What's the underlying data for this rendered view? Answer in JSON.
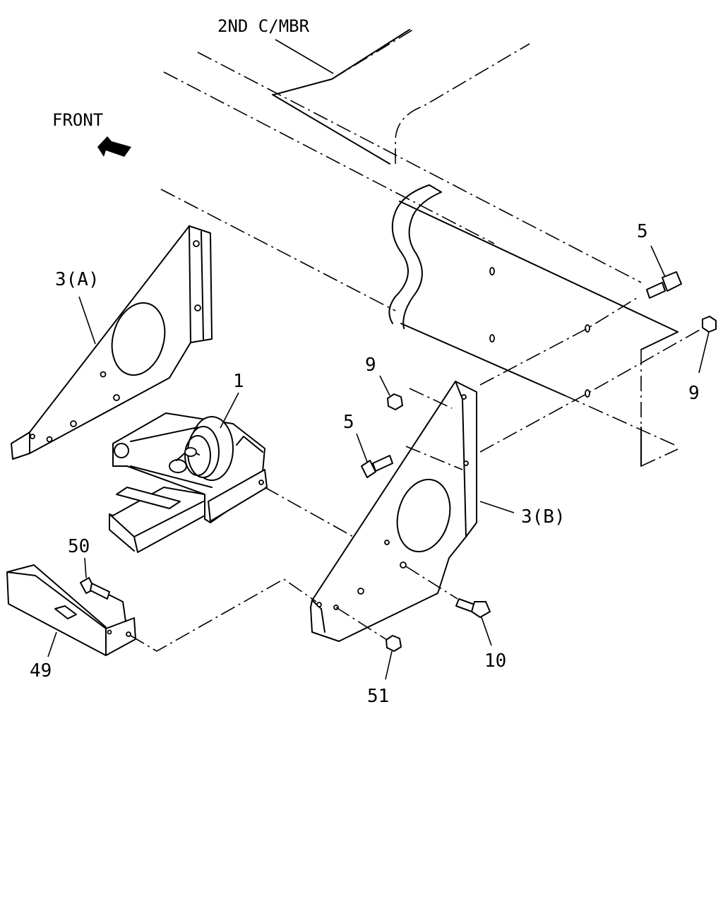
{
  "labels": {
    "cross_member": "2ND C/MBR",
    "front": "FRONT",
    "bracket_a": "3(A)",
    "bracket_b": "3(B)",
    "mount": "1",
    "bolt_upper": "5",
    "bolt_mid": "5",
    "nut_upper_left": "9",
    "nut_upper_right": "9",
    "bolt_10": "10",
    "nut_51": "51",
    "bolt_50": "50",
    "bracket_49": "49"
  },
  "icons": {
    "front_arrow": "arrow-upleft-icon"
  }
}
